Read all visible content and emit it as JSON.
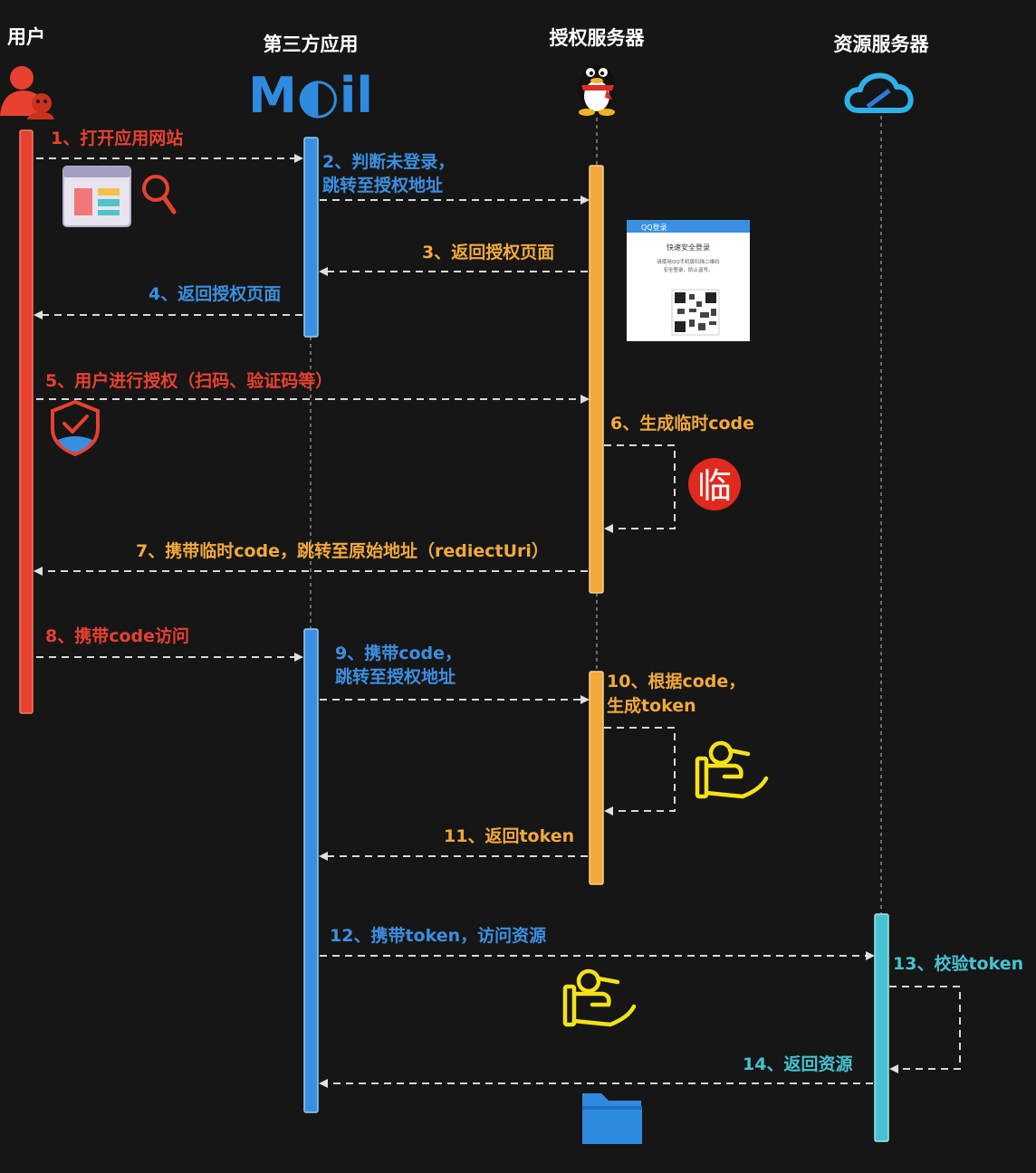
{
  "actors": {
    "user": "用户",
    "third_party_app": "第三方应用",
    "auth_server": "授权服务器",
    "resource_server": "资源服务器"
  },
  "steps": {
    "s1": "1、打开应用网站",
    "s2a": "2、判断未登录，",
    "s2b": "跳转至授权地址",
    "s3": "3、返回授权页面",
    "s4": "4、返回授权页面",
    "s5": "5、用户进行授权（扫码、验证码等）",
    "s6": "6、生成临时code",
    "s7": "7、携带临时code，跳转至原始地址（rediectUri）",
    "s8": "8、携带code访问",
    "s9a": "9、携带code，",
    "s9b": "跳转至授权地址",
    "s10a": "10、根据code，",
    "s10b": "生成token",
    "s11": "11、返回token",
    "s12": "12、携带token，访问资源",
    "s13": "13、校验token",
    "s14": "14、返回资源"
  },
  "logos": {
    "mail": "M◐il",
    "lin_char": "临"
  },
  "qr_panel": {
    "title": "QQ登录",
    "heading": "快速安全登录",
    "line1": "请使用QQ手机版扫描二维码",
    "line2": "安全登录，防止盗号。"
  },
  "colors": {
    "user": "#e8412f",
    "app": "#3b8fe0",
    "auth": "#f2a93b",
    "resource": "#45c3d2",
    "background": "#161616"
  },
  "icons": [
    "user-group-icon",
    "mail-logo-icon",
    "qq-penguin-icon",
    "cloud-icon",
    "browser-window-icon",
    "search-icon",
    "shield-check-icon",
    "temporary-badge-icon",
    "hand-token-icon",
    "folder-icon"
  ]
}
